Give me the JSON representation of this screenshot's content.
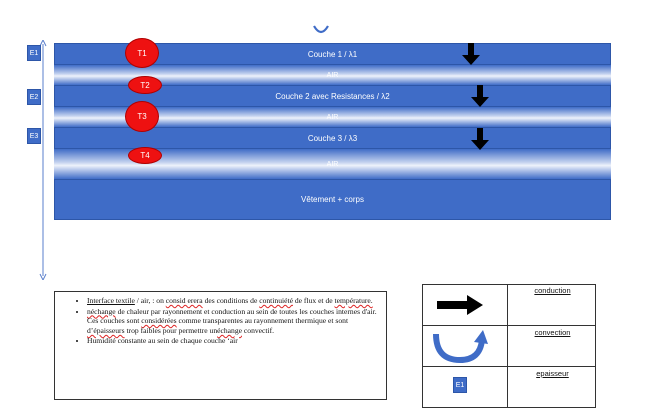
{
  "layers": {
    "couche1": "Couche 1 / λ1",
    "air1": "AIR",
    "couche2": "Couche 2 avec Resistances / λ2",
    "air2": "AIR",
    "couche3": "Couche 3 / λ3",
    "air3": "AIR",
    "vetement": "Vêtement + corps"
  },
  "temps": {
    "t1": "T1",
    "t2": "T2",
    "t3": "T3",
    "t4": "T4"
  },
  "side": {
    "e1": "E1",
    "e2": "E2",
    "e3": "E3"
  },
  "notes": {
    "item1_part1": "Interface  textile",
    "item1_part2": " / air, : on ",
    "item1_part3": "consid erera",
    "item1_part4": " des conditions de ",
    "item1_part5": "continuiété",
    "item1_part6": " de flux et de ",
    "item1_part7": "température.",
    "item2_part1": "néchange",
    "item2_part2": " de chaleur par rayonnement et conduction au sein de toutes les couches internes d'air. Ces couches sont ",
    "item2_part3": "considérées",
    "item2_part4": " comme transparentes au rayonnement thermique et sont ",
    "item2_part5": "d’épaisseurs",
    "item2_part6": " trop faibles pour permettre un",
    "item2_part7": "échange",
    "item2_part8": " convectif.",
    "item3": "Humidité constante au sein de chaque couche ‘air"
  },
  "legend": {
    "conduction": "conduction",
    "convection": "convection",
    "epaisseur": "epaisseur",
    "e1_box": "E1"
  },
  "colors": {
    "layer": "#3f6cc7",
    "temp": "#ee1111",
    "arrow": "#000000",
    "axis": "#3f6cc7"
  }
}
